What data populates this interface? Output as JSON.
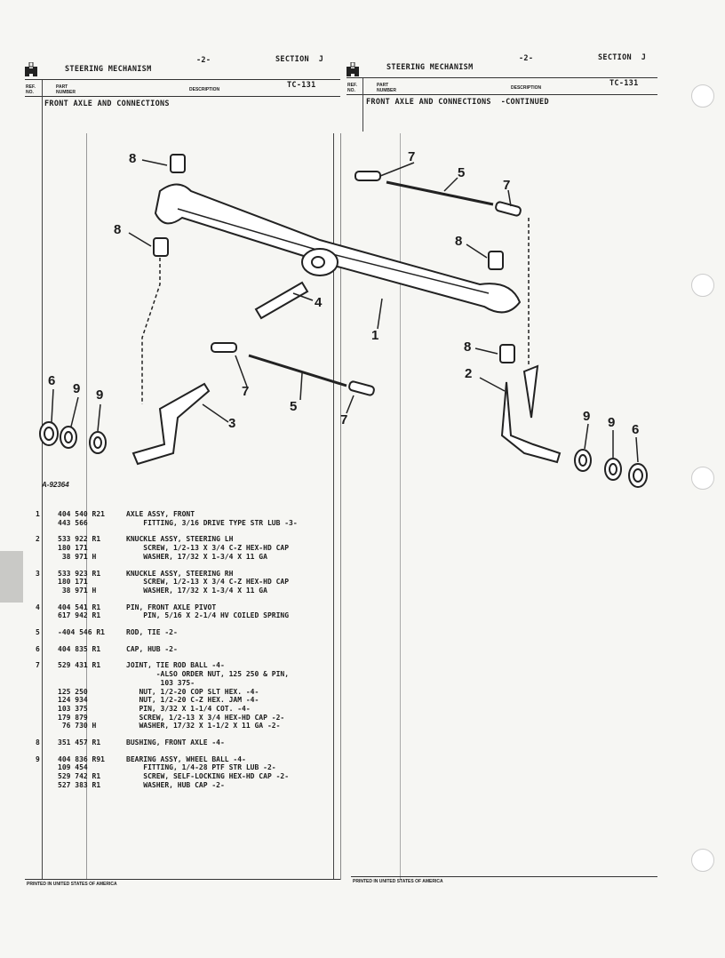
{
  "left_panel": {
    "page_number": "-2-",
    "section": "SECTION  J",
    "title": "STEERING MECHANISM",
    "col_ref": "REF.\nNO.",
    "col_part": "PART\nNUMBER",
    "col_desc": "DESCRIPTION",
    "code": "TC-131",
    "group_title": "FRONT AXLE AND CONNECTIONS",
    "illustration_id": "A-92364",
    "footer": "PRINTED IN UNITED STATES OF AMERICA"
  },
  "right_panel": {
    "page_number": "-2-",
    "section": "SECTION  J",
    "title": "STEERING MECHANISM",
    "col_ref": "REF.\nNO.",
    "col_part": "PART\nNUMBER",
    "col_desc": "DESCRIPTION",
    "code": "TC-131",
    "group_title": "FRONT AXLE AND CONNECTIONS  -CONTINUED",
    "footer": "PRINTED IN UNITED STATES OF AMERICA"
  },
  "callouts": [
    "8",
    "8",
    "4",
    "1",
    "7",
    "5",
    "7",
    "8",
    "8",
    "2",
    "7",
    "5",
    "7",
    "3",
    "6",
    "9",
    "9",
    "9",
    "9",
    "6"
  ],
  "parts": [
    {
      "ref": "1",
      "part": "404 540 R21",
      "desc": "AXLE ASSY, FRONT"
    },
    {
      "ref": "",
      "part": "443 566",
      "desc": "    FITTING, 3/16 DRIVE TYPE STR LUB -3-"
    },
    {
      "ref": "2",
      "part": "533 922 R1",
      "desc": "KNUCKLE ASSY, STEERING LH"
    },
    {
      "ref": "",
      "part": "180 171",
      "desc": "    SCREW, 1/2-13 X 3/4 C-Z HEX-HD CAP"
    },
    {
      "ref": "",
      "part": " 38 971 H",
      "desc": "    WASHER, 17/32 X 1-3/4 X 11 GA"
    },
    {
      "ref": "3",
      "part": "533 923 R1",
      "desc": "KNUCKLE ASSY, STEERING RH"
    },
    {
      "ref": "",
      "part": "180 171",
      "desc": "    SCREW, 1/2-13 X 3/4 C-Z HEX-HD CAP"
    },
    {
      "ref": "",
      "part": " 38 971 H",
      "desc": "    WASHER, 17/32 X 1-3/4 X 11 GA"
    },
    {
      "ref": "4",
      "part": "404 541 R1",
      "desc": "PIN, FRONT AXLE PIVOT"
    },
    {
      "ref": "",
      "part": "617 942 R1",
      "desc": "    PIN, 5/16 X 2-1/4 HV COILED SPRING"
    },
    {
      "ref": "5",
      "part": "-404 546 R1",
      "desc": "ROD, TIE -2-"
    },
    {
      "ref": "6",
      "part": "404 835 R1",
      "desc": "CAP, HUB -2-"
    },
    {
      "ref": "7",
      "part": "529 431 R1",
      "desc": "JOINT, TIE ROD BALL -4-"
    },
    {
      "ref": "",
      "part": "",
      "desc": "       -ALSO ORDER NUT, 125 250 & PIN,"
    },
    {
      "ref": "",
      "part": "",
      "desc": "        103 375-"
    },
    {
      "ref": "",
      "part": "125 250",
      "desc": "   NUT, 1/2-20 COP SLT HEX. -4-"
    },
    {
      "ref": "",
      "part": "124 934",
      "desc": "   NUT, 1/2-20 C-Z HEX. JAM -4-"
    },
    {
      "ref": "",
      "part": "103 375",
      "desc": "   PIN, 3/32 X 1-1/4 COT. -4-"
    },
    {
      "ref": "",
      "part": "179 879",
      "desc": "   SCREW, 1/2-13 X 3/4 HEX-HD CAP -2-"
    },
    {
      "ref": "",
      "part": " 76 730 H",
      "desc": "   WASHER, 17/32 X 1-1/2 X 11 GA -2-"
    },
    {
      "ref": "8",
      "part": "351 457 R1",
      "desc": "BUSHING, FRONT AXLE -4-"
    },
    {
      "ref": "9",
      "part": "404 836 R91",
      "desc": "BEARING ASSY, WHEEL BALL -4-"
    },
    {
      "ref": "",
      "part": "109 454",
      "desc": "    FITTING, 1/4-28 PTF STR LUB -2-"
    },
    {
      "ref": "",
      "part": "529 742 R1",
      "desc": "    SCREW, SELF-LOCKING HEX-HD CAP -2-"
    },
    {
      "ref": "",
      "part": "527 383 R1",
      "desc": "    WASHER, HUB CAP -2-"
    }
  ]
}
